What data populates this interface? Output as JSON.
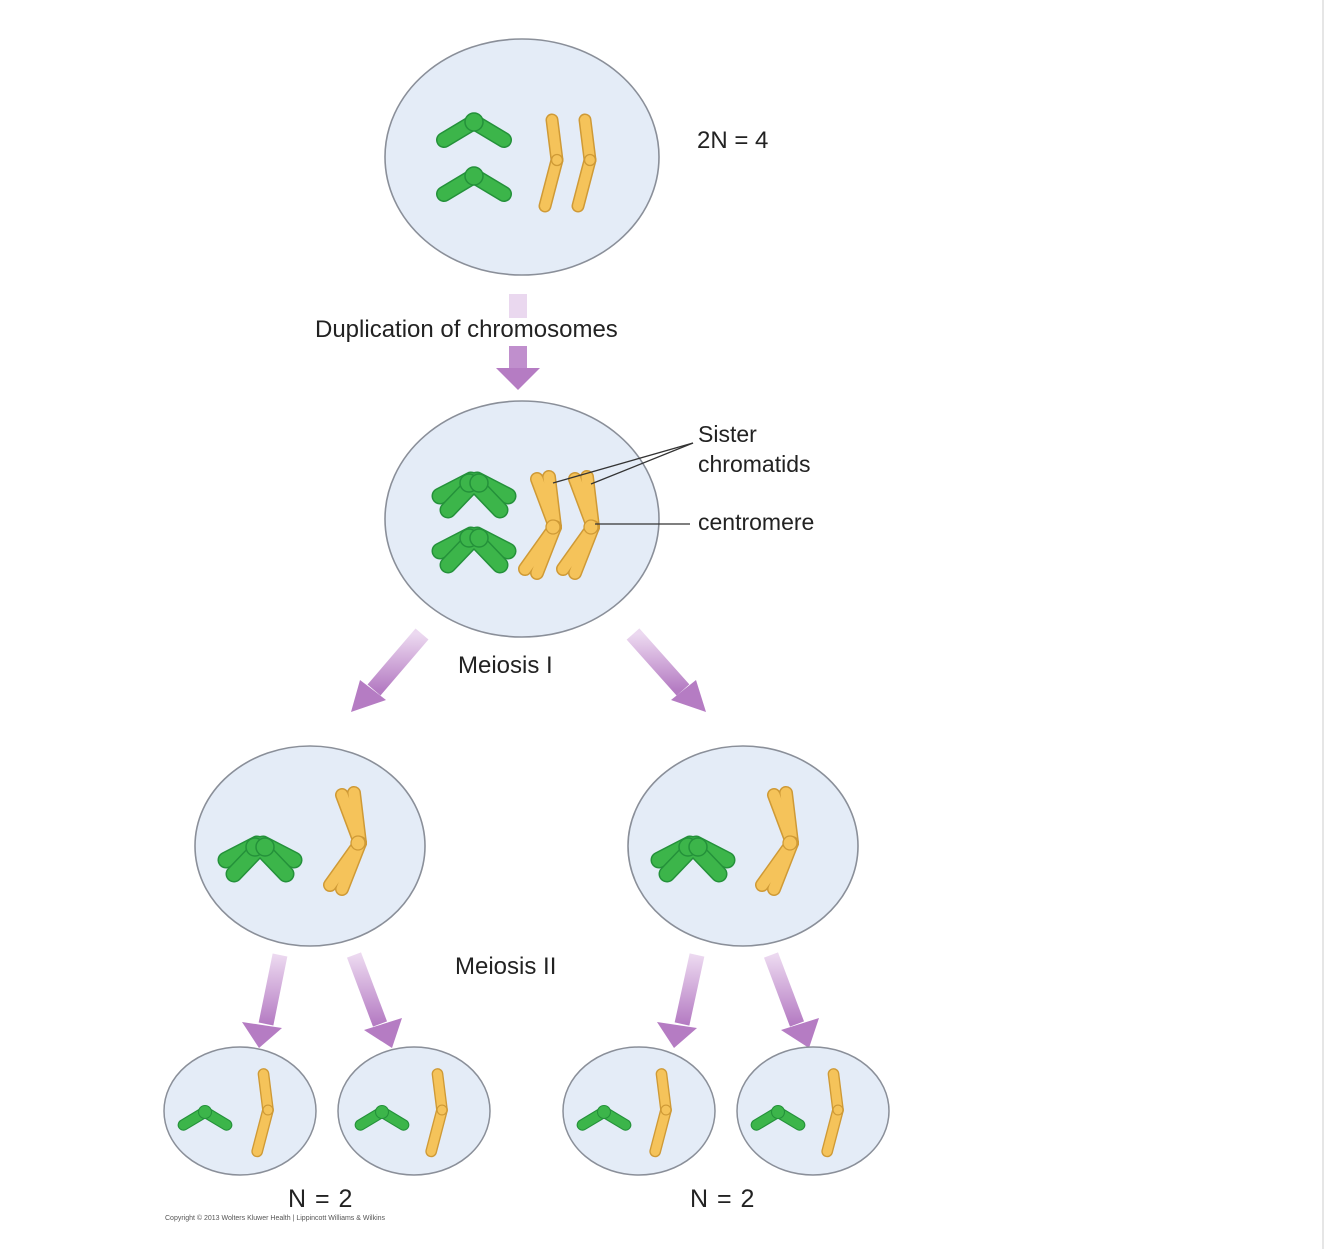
{
  "labels": {
    "ploidy_top": "2N = 4",
    "duplication": "Duplication of chromosomes",
    "sister_line1": "Sister",
    "sister_line2": "chromatids",
    "centromere": "centromere",
    "meiosis1": "Meiosis I",
    "meiosis2": "Meiosis II",
    "n_left": "N = 2",
    "n_right": "N = 2",
    "copyright": "Copyright © 2013 Wolters Kluwer Health | Lippincott Williams & Wilkins"
  },
  "colors": {
    "cell_fill": "#e4ecf7",
    "cell_stroke": "#8a8f99",
    "green_chromosome": "#3cb54a",
    "green_edge": "#24913a",
    "yellow_chromosome": "#f5c35a",
    "yellow_edge": "#cf9a36",
    "arrow": "#c391cf"
  },
  "icons": {
    "arrow": "purple-arrow-icon"
  }
}
